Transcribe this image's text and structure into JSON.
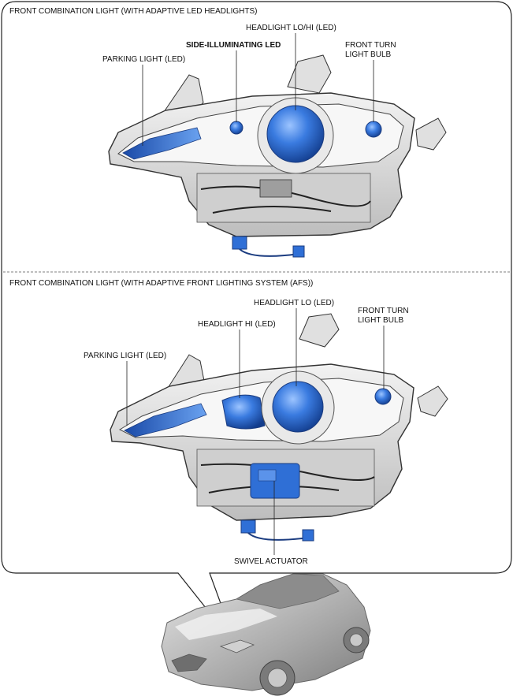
{
  "top_panel": {
    "title": "FRONT COMBINATION LIGHT (WITH  ADAPTIVE LED HEADLIGHTS)",
    "labels": {
      "headlight_lohi": "HEADLIGHT LO/HI (LED)",
      "side_illuminating": "SIDE-ILLUMINATING LED",
      "front_turn_line1": "FRONT TURN",
      "front_turn_line2": "LIGHT BULB",
      "parking_light": "PARKING LIGHT (LED)"
    }
  },
  "bottom_panel": {
    "title": "FRONT COMBINATION LIGHT (WITH ADAPTIVE FRONT LIGHTING SYSTEM (AFS))",
    "labels": {
      "headlight_lo": "HEADLIGHT LO (LED)",
      "front_turn_line1": "FRONT TURN",
      "front_turn_line2": "LIGHT BULB",
      "headlight_hi": "HEADLIGHT HI (LED)",
      "parking_light": "PARKING LIGHT (LED)",
      "swivel_actuator": "SWIVEL ACTUATOR"
    }
  },
  "colors": {
    "lamp_blue": "#2f6fd6",
    "housing_gray": "#d9d9d9",
    "outline": "#333333",
    "car_body": "#bdbdbd"
  }
}
